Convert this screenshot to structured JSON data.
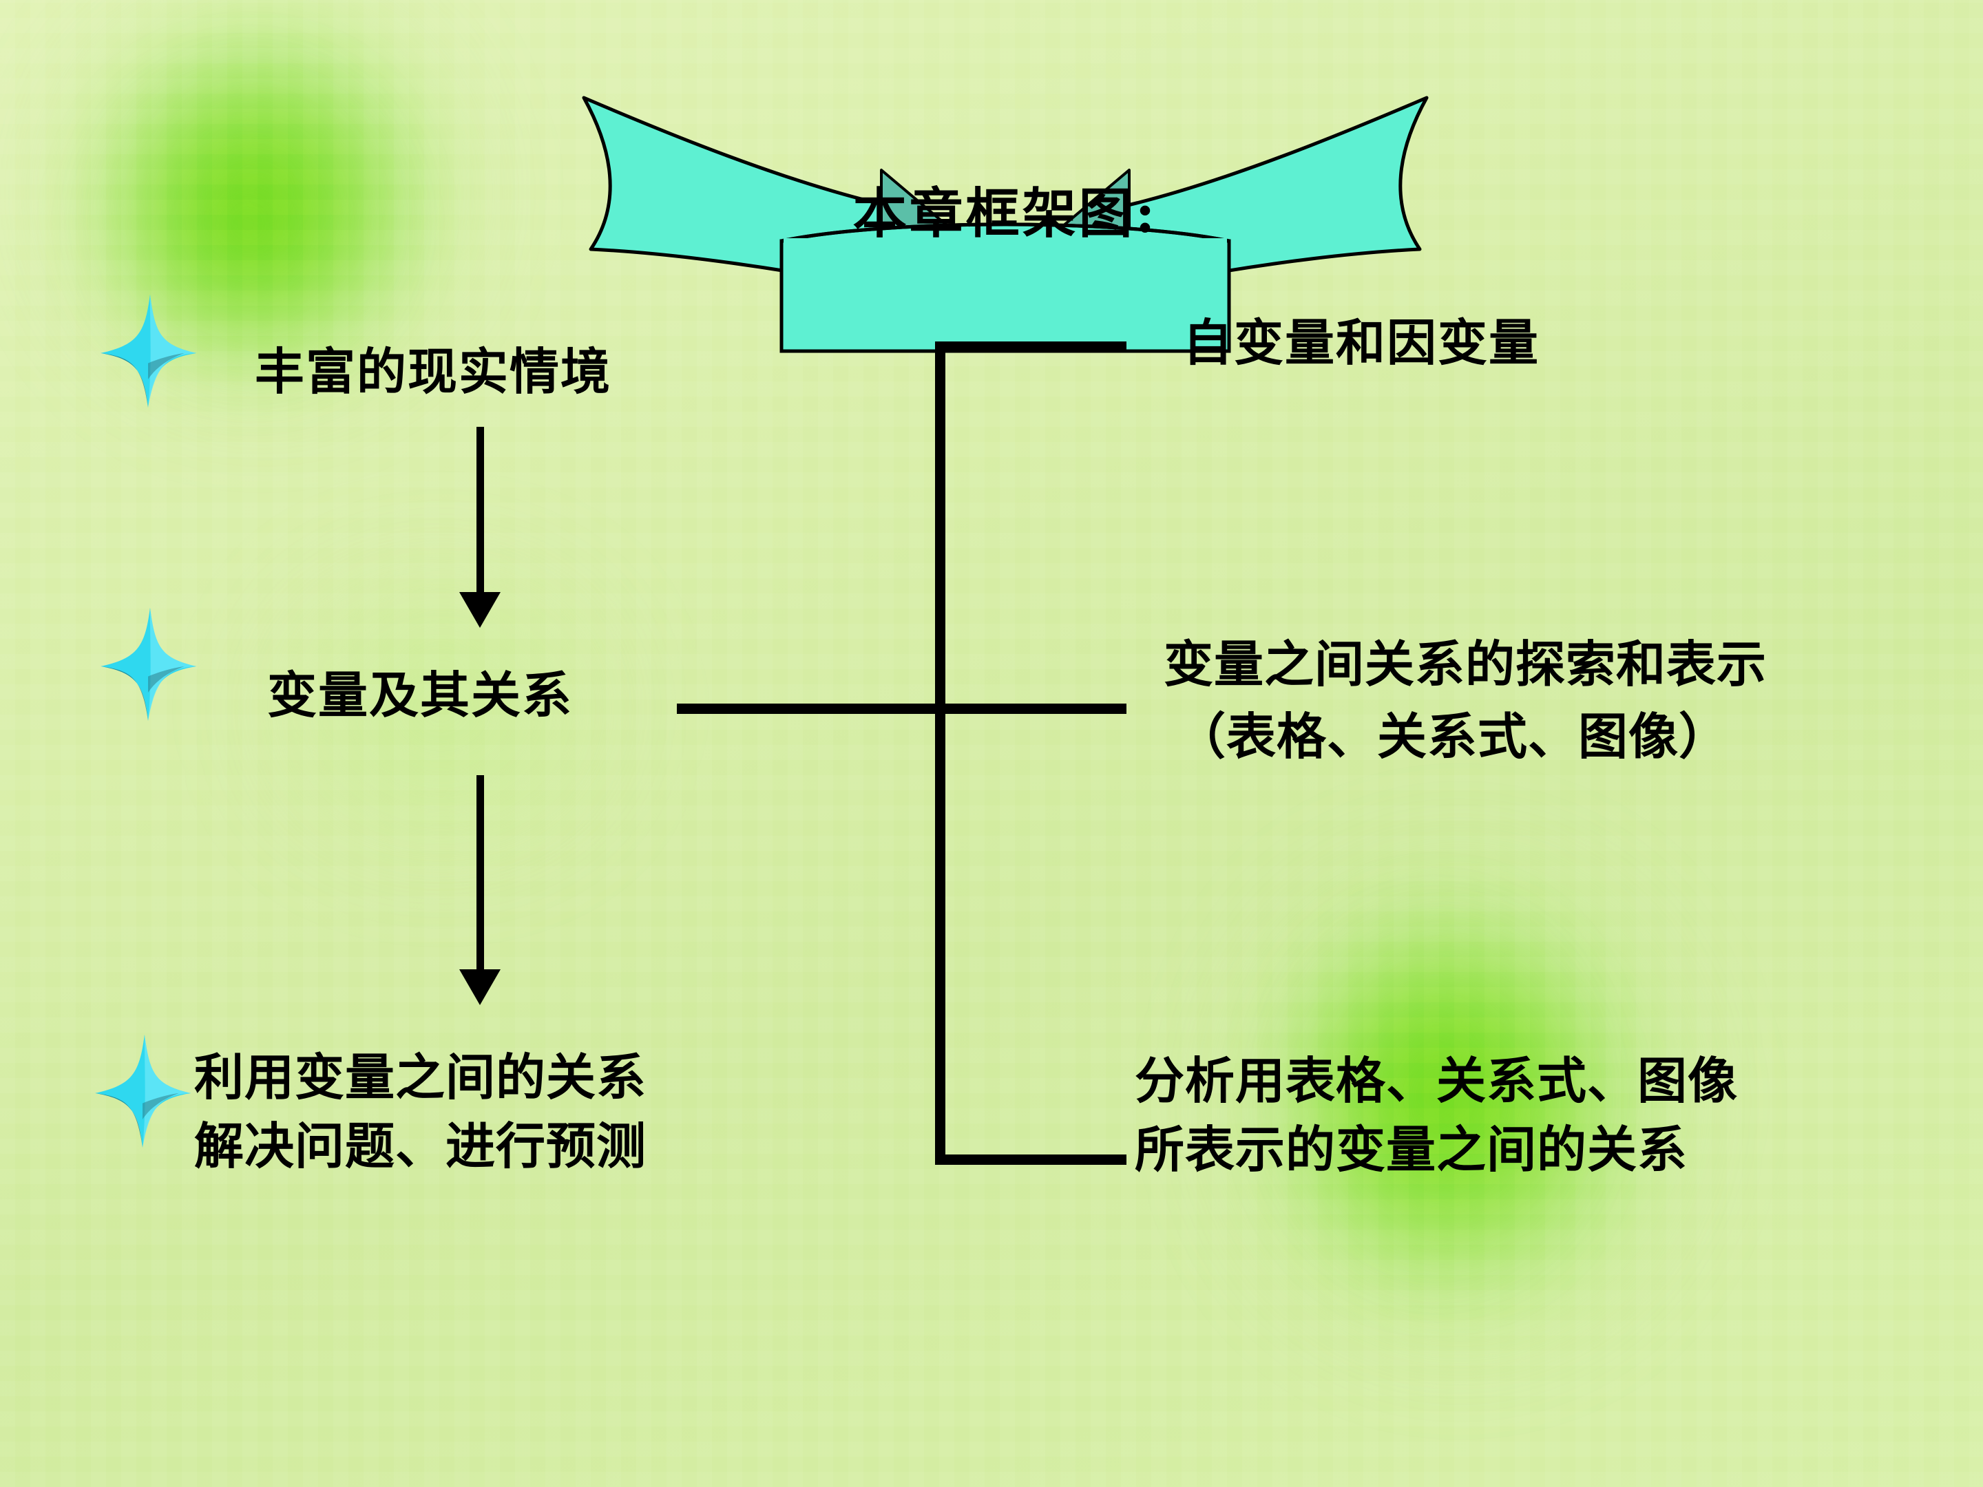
{
  "slide": {
    "banner_title": "本章框架图:",
    "background_color": "#d6f0a8",
    "banner_fill": "#5ef0d2",
    "banner_fold_fill": "#5bbfa8",
    "star_fill": "#2fd8ef",
    "line_color": "#000000"
  },
  "left_column": {
    "items": [
      {
        "id": "item-1",
        "text": "丰富的现实情境"
      },
      {
        "id": "item-2",
        "text": "变量及其关系"
      },
      {
        "id": "item-3",
        "line1": "利用变量之间的关系",
        "line2": "解决问题、进行预测"
      }
    ]
  },
  "right_column": {
    "items": [
      {
        "id": "branch-1",
        "line1": "自变量和因变量",
        "line2": ""
      },
      {
        "id": "branch-2",
        "line1": "变量之间关系的探索和表示",
        "line2": "（表格、关系式、图像）"
      },
      {
        "id": "branch-3",
        "line1": "分析用表格、关系式、图像",
        "line2": "所表示的变量之间的关系"
      }
    ]
  },
  "connectors": {
    "arrow_1_label": "丰富的现实情境 到 变量及其关系",
    "arrow_2_label": "变量及其关系 到 利用变量之间的关系",
    "bracket_label": "变量及其关系 分出三个分支"
  }
}
